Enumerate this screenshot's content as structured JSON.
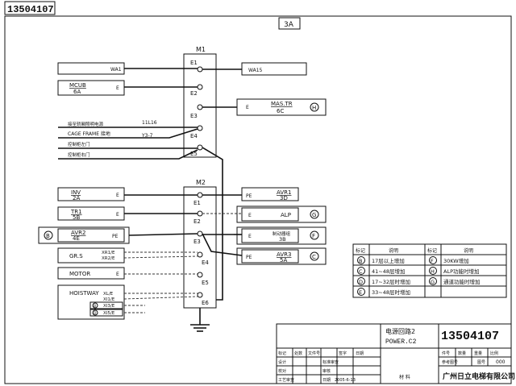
{
  "drawing_no": "13504107",
  "sheet_tag": "3A",
  "m1": {
    "label": "M1",
    "terminals": [
      "E1",
      "E2",
      "E3",
      "E4",
      "E5"
    ]
  },
  "m2": {
    "label": "M2",
    "terminals": [
      "E1",
      "E2",
      "E3",
      "E4",
      "E5",
      "E6"
    ]
  },
  "m1_left": [
    {
      "name": "WA1",
      "note": ""
    },
    {
      "name": "MCUB",
      "sub": "6A",
      "port": "E"
    },
    {
      "text": "接至轿厢照明电源"
    },
    {
      "text": "CAGE FRAME 接地"
    },
    {
      "text": "控制柜左门"
    },
    {
      "text": "控制柜右门"
    }
  ],
  "m1_labels": {
    "l11": "11L16",
    "y3": "Y3-7"
  },
  "m1_right": [
    {
      "name": "WA15"
    },
    {
      "name": "MAS.TR",
      "sub": "6C",
      "port": "E",
      "marker": "H"
    }
  ],
  "m2_left": [
    {
      "name": "INV",
      "sub": "2A",
      "port": "E"
    },
    {
      "name": "TR1",
      "sub": "5B",
      "port": "E"
    },
    {
      "name": "AVR2",
      "sub": "4E",
      "port": "PE",
      "marker": "B"
    },
    {
      "name": "GR.S",
      "port1": "XR1/E",
      "port2": "XR2/E"
    },
    {
      "name": "MOTOR",
      "port": "E"
    },
    {
      "name": "HOISTWAY",
      "port1": "XL/E",
      "port2": "XI1/E",
      "port3": "XI3/E",
      "port4": "XI5/E",
      "marker3": "B",
      "marker4": "D"
    }
  ],
  "m2_right": [
    {
      "name": "AVR1",
      "sub": "3D",
      "port": "PE"
    },
    {
      "name": "ALP",
      "port": "E",
      "marker": "G"
    },
    {
      "name": "制动器组",
      "sub": "3B",
      "port": "E",
      "marker": "F"
    },
    {
      "name": "AVR3",
      "sub": "5A",
      "port": "PE",
      "marker": "C"
    }
  ],
  "legend": {
    "headers": [
      "标记",
      "说明",
      "标记",
      "说明"
    ],
    "rows": [
      [
        "B",
        "17层以上增加",
        "F",
        "30KW增加"
      ],
      [
        "C",
        "41~48层增加",
        "H",
        "ALP功能时增加"
      ],
      [
        "D",
        "17~32层时增加",
        "G",
        "通道功能时增加"
      ],
      [
        "E",
        "33~48层时增加",
        "",
        ""
      ]
    ]
  },
  "title_block": {
    "name_cn": "电源回路2",
    "name_en": "POWER.C2",
    "number": "13504107",
    "company": "广州日立电梯有限公司",
    "material": "材 料",
    "date": "2005-6-13",
    "row1": [
      "标记",
      "处数",
      "文件号",
      "签字",
      "日期"
    ],
    "row2_labels": [
      "设计",
      "标准审查"
    ],
    "row3_labels": [
      "校对",
      "审核"
    ],
    "row4_labels": [
      "工艺审查",
      "日期"
    ],
    "right_labels": [
      "件号",
      "数量",
      "重量",
      "比例"
    ],
    "ref_label": "参考图号",
    "sheet_label": "图号",
    "sheet_value": "000"
  },
  "ground_label": ""
}
